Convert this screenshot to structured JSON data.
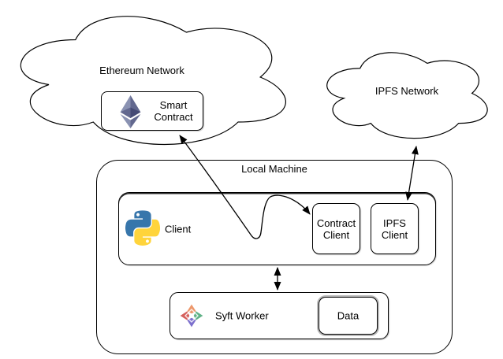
{
  "nodes": {
    "ethereum_network": {
      "label": "Ethereum Network",
      "shape": "cloud"
    },
    "ipfs_network": {
      "label": "IPFS Network",
      "shape": "cloud"
    },
    "local_machine": {
      "label": "Local Machine",
      "shape": "rounded-rect"
    },
    "smart_contract": {
      "label": "Smart Contract",
      "icon": "ethereum-icon"
    },
    "client": {
      "label": "Client",
      "icon": "python-icon"
    },
    "contract_client": {
      "label": "Contract Client"
    },
    "ipfs_client": {
      "label": "IPFS Client"
    },
    "syft_worker": {
      "label": "Syft Worker",
      "icon": "syft-icon"
    },
    "data": {
      "label": "Data"
    }
  },
  "edges": [
    {
      "from": "smart_contract",
      "to": "contract_client",
      "style": "curved",
      "arrows": "both"
    },
    {
      "from": "ipfs_network",
      "to": "ipfs_client",
      "style": "straight",
      "arrows": "both"
    },
    {
      "from": "client",
      "to": "syft_worker",
      "style": "straight",
      "arrows": "both"
    }
  ],
  "colors": {
    "stroke": "#000000",
    "fill": "#ffffff",
    "python_blue": "#3776AB",
    "python_yellow": "#FFD43B",
    "ethereum_light": "#8A92B2",
    "ethereum_mid": "#62688F",
    "ethereum_dark": "#454A75",
    "syft_orange": "#ED986C",
    "syft_green": "#60B287",
    "syft_purple": "#7C6FCD",
    "syft_red": "#D5605C"
  }
}
